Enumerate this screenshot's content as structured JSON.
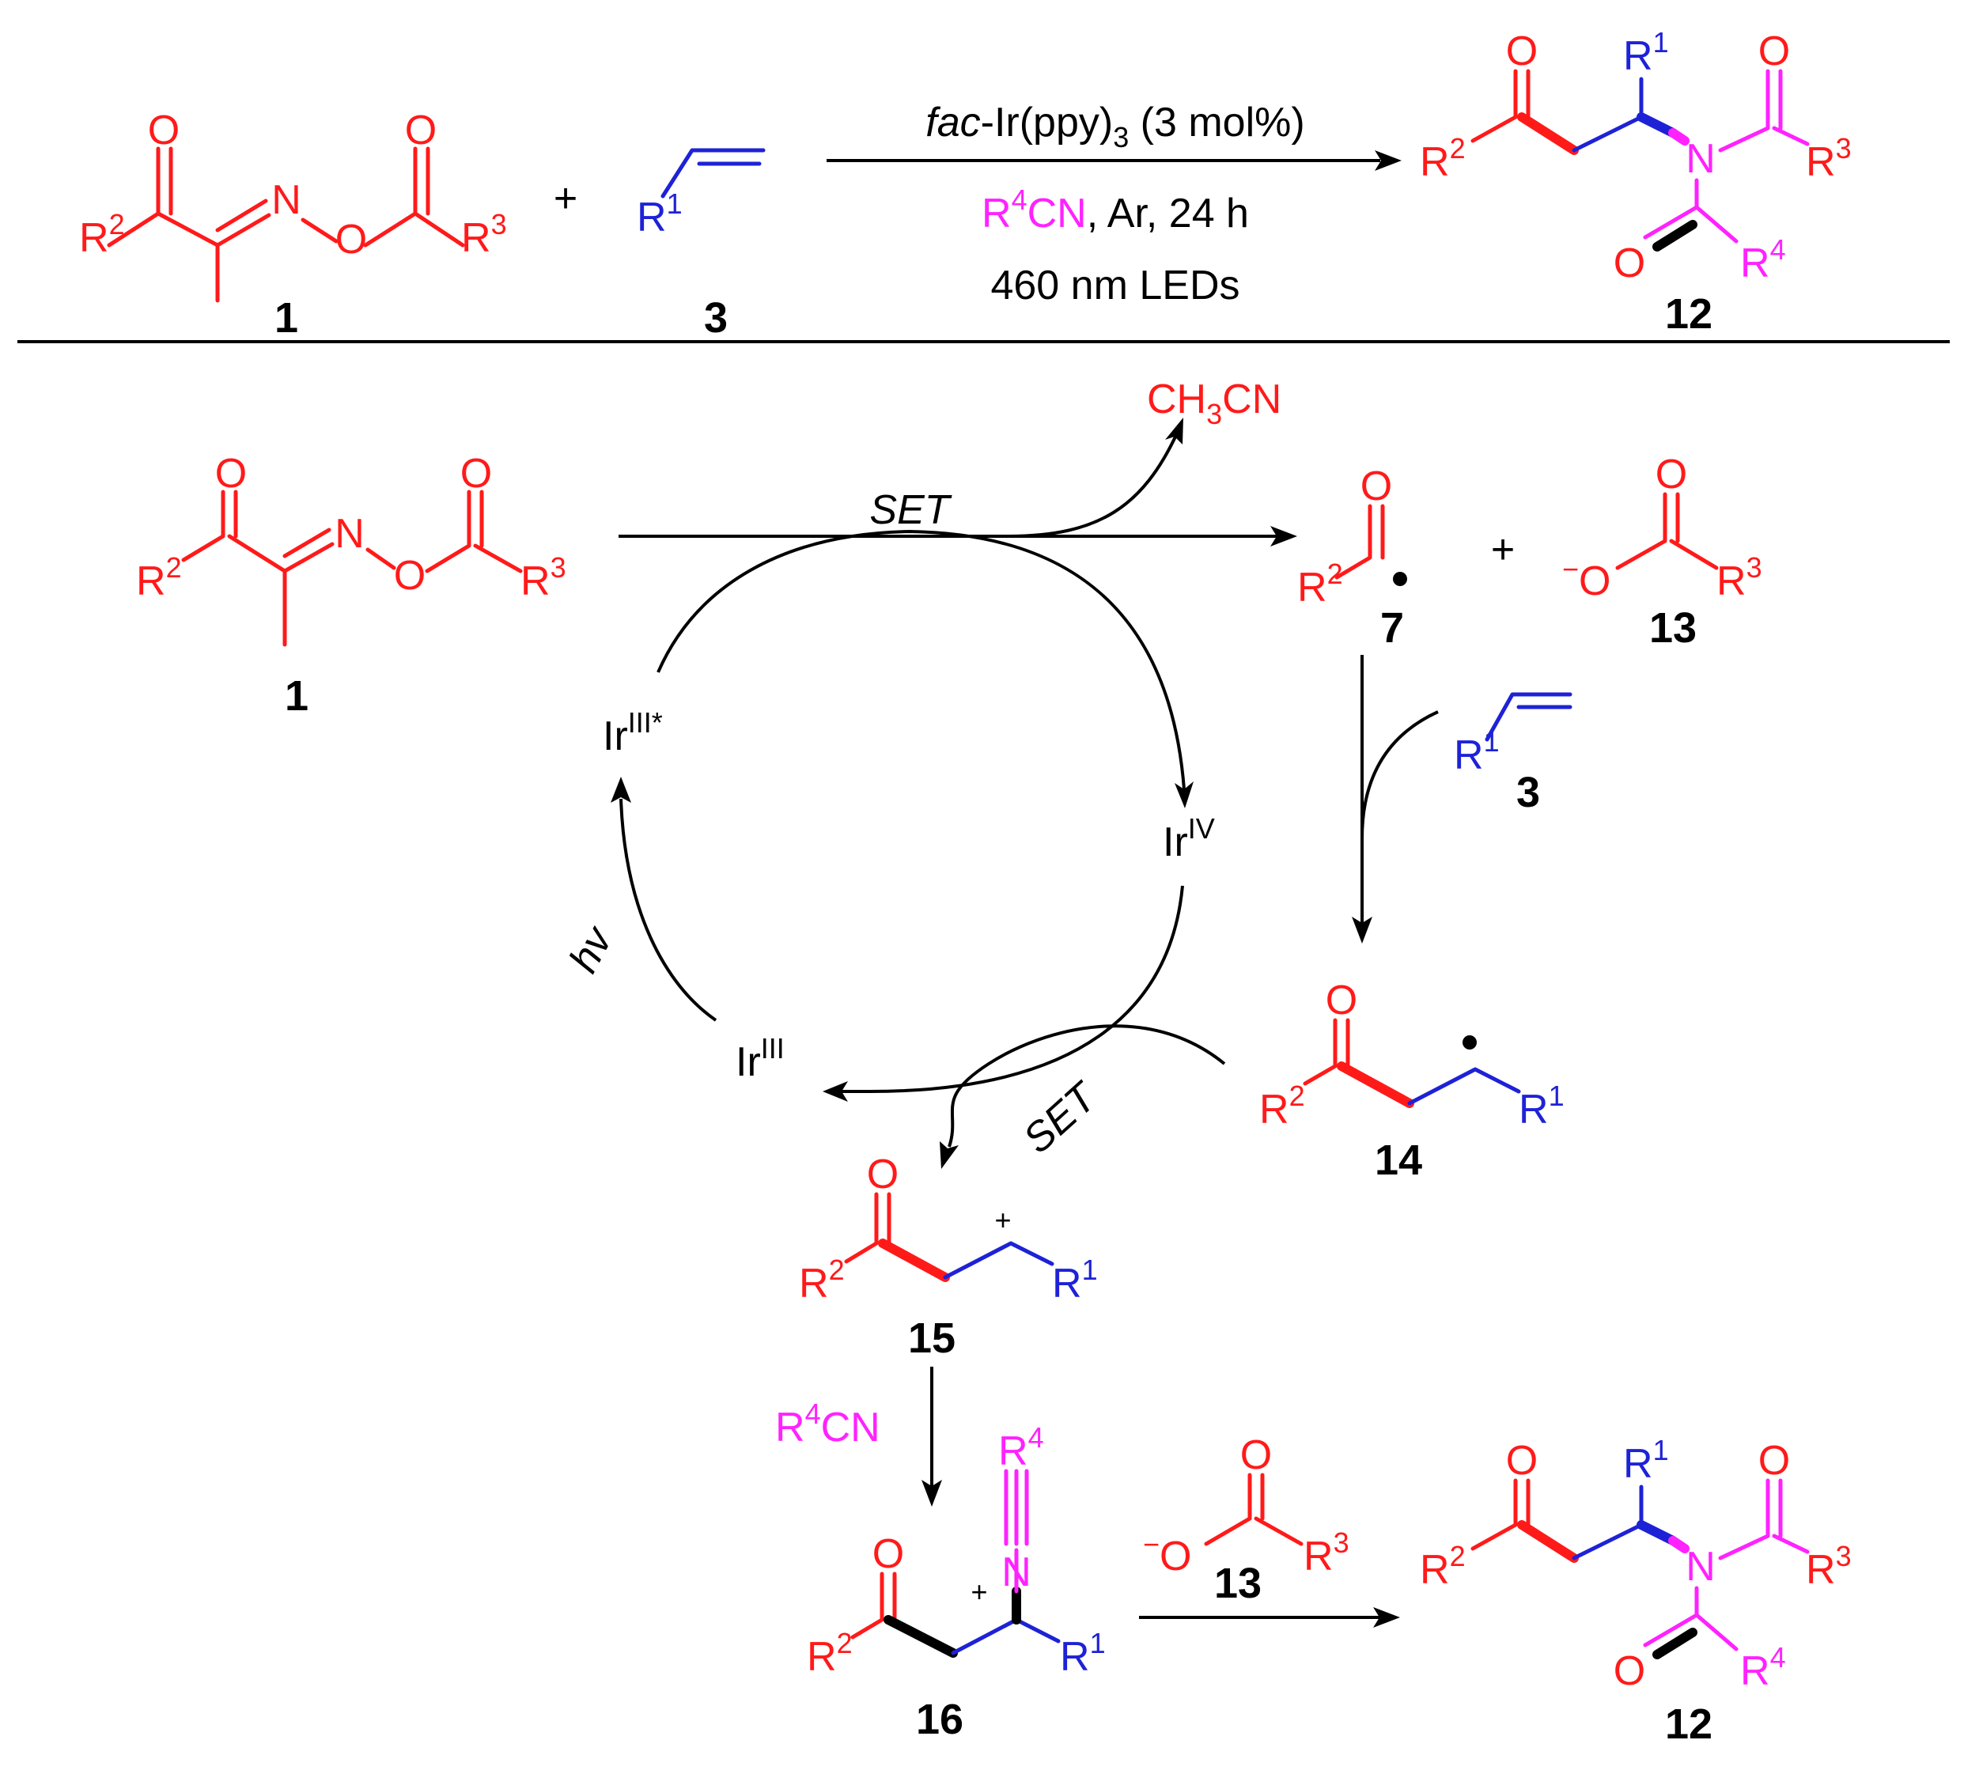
{
  "colors": {
    "red": "#ff1a1a",
    "blue": "#1e22d6",
    "magenta": "#ff22ff",
    "black": "#000000"
  },
  "atoms": {
    "O": "O",
    "N": "N",
    "R": "R",
    "plus": "+",
    "minus": "−",
    "dot": "•"
  },
  "sup": {
    "one": "1",
    "two": "2",
    "three": "3",
    "four": "4"
  },
  "top": {
    "plus": "+",
    "cond1_it": "fac",
    "cond1_rest": "-Ir(ppy)",
    "cond1_sub": "3",
    "cond1_tail": " (3 mol%)",
    "cond2_r": "R",
    "cond2_sup": "4",
    "cond2_cn": "CN",
    "cond2_tail": ", Ar,  24 h",
    "cond3": "460 nm LEDs",
    "labels": {
      "a": "1",
      "b": "3",
      "c": "12"
    }
  },
  "cycle": {
    "ch3": "CH",
    "ch3_sub": "3",
    "ch3_cn": "CN",
    "set": "SET",
    "ir_star": "Ir",
    "ir_star_sup": "III*",
    "ir_iv": "Ir",
    "ir_iv_sup": "IV",
    "ir_iii": "Ir",
    "ir_iii_sup": "III",
    "hv_h": "h",
    "hv_v": "v",
    "plus": "+",
    "r4cn_r": "R",
    "r4cn_sup": "4",
    "r4cn_cn": "CN",
    "labels": {
      "l1": "1",
      "l7": "7",
      "l13": "13",
      "l3": "3",
      "l14": "14",
      "l15": "15",
      "l16": "16",
      "l13b": "13",
      "l12": "12"
    }
  }
}
